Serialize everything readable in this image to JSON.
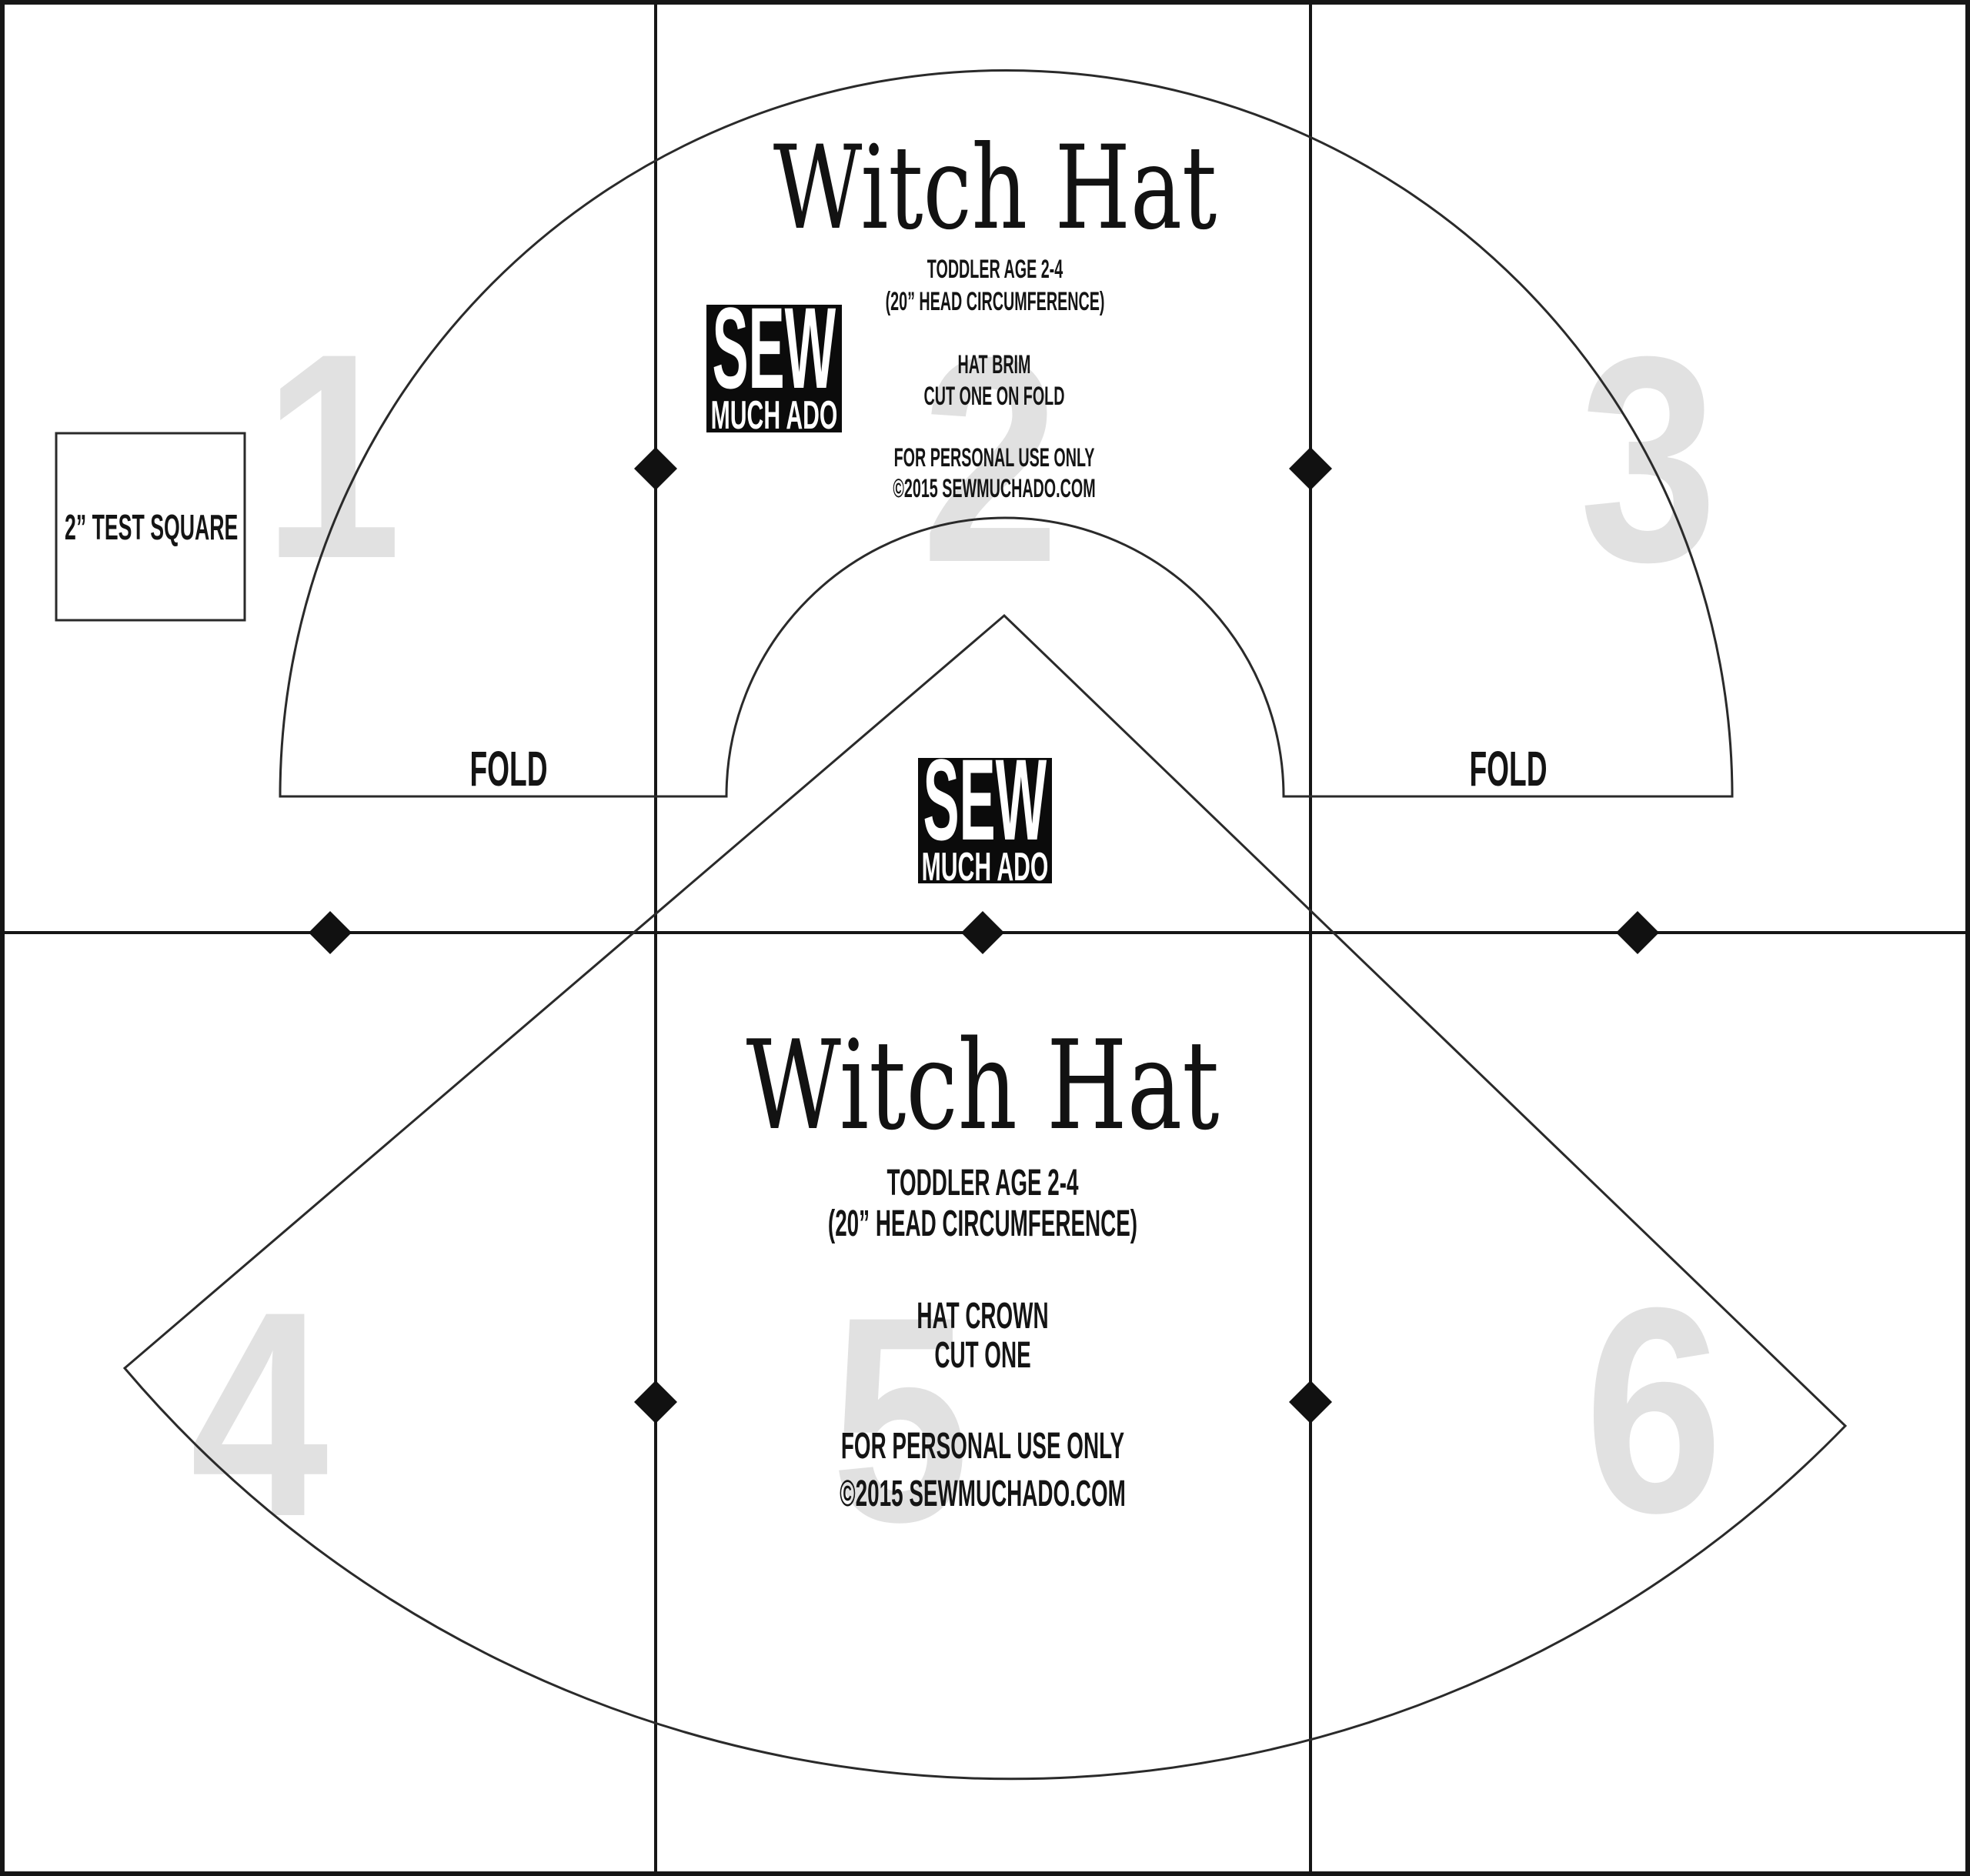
{
  "page": {
    "background": "#ffffff",
    "outline_color": "#222222",
    "grid_color": "#161616",
    "tile_number_color": "#e1e1e1",
    "registration_mark": "diamond"
  },
  "tiles": [
    {
      "number": "1"
    },
    {
      "number": "2"
    },
    {
      "number": "3"
    },
    {
      "number": "4"
    },
    {
      "number": "5"
    },
    {
      "number": "6"
    }
  ],
  "test_square": {
    "label": "2” TEST SQUARE"
  },
  "logo": {
    "line1": "SEW",
    "line2": "MUCH ADO"
  },
  "brim": {
    "title": "Witch Hat",
    "size_line1": "TODDLER AGE 2-4",
    "size_line2": "(20” HEAD CIRCUMFERENCE)",
    "piece_name": "HAT BRIM",
    "cut_line": "CUT ONE ON FOLD",
    "use_line": "FOR PERSONAL USE ONLY",
    "copyright": "©2015 SEWMUCHADO.COM",
    "fold_left": "FOLD",
    "fold_right": "FOLD"
  },
  "crown": {
    "title": "Witch Hat",
    "size_line1": "TODDLER AGE 2-4",
    "size_line2": "(20” HEAD CIRCUMFERENCE)",
    "piece_name": "HAT CROWN",
    "cut_line": "CUT ONE",
    "use_line": "FOR PERSONAL USE ONLY",
    "copyright": "©2015 SEWMUCHADO.COM"
  }
}
